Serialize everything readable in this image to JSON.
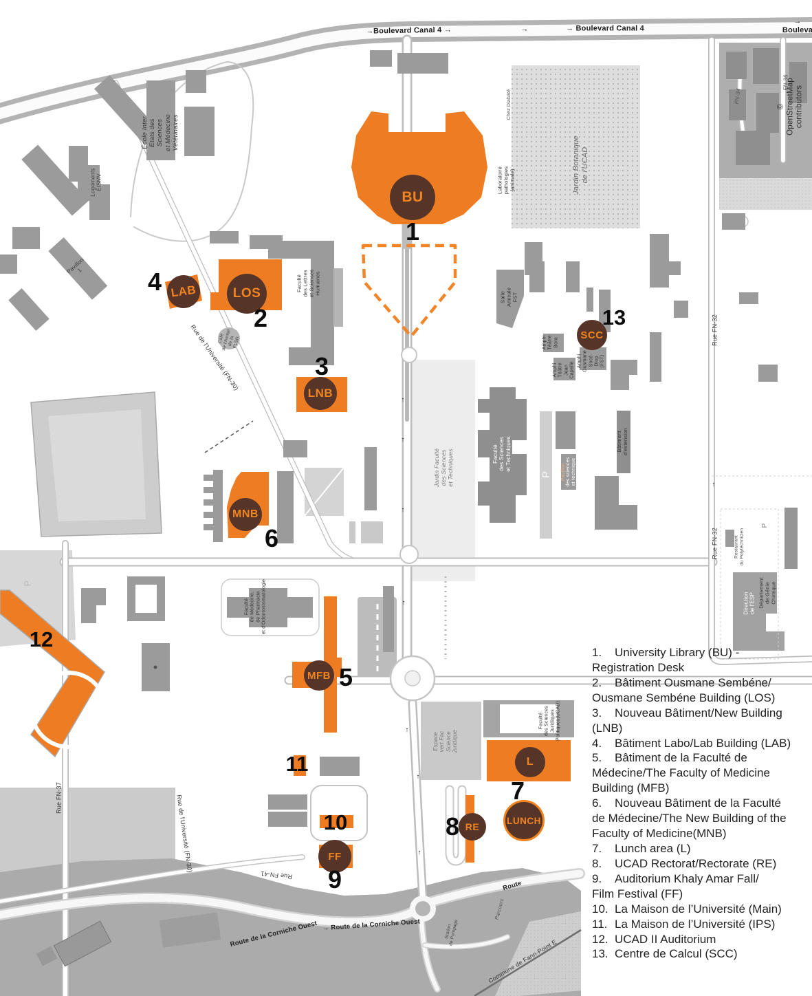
{
  "attribution": "© OpenStreetMap contributors",
  "glyphs": {
    "arrow_up": "↑",
    "arrow_right": "→"
  },
  "colors": {
    "orange": "#EE7C22",
    "badge_brown": "#573428",
    "badge_text": "#F08420"
  },
  "streets": {
    "blvd_canal_a": "Boulevard Canal 4 →",
    "blvd_canal_b": "→ Boulevard Canal 4",
    "blvd_canal_c": "→ Bouleva",
    "rue_fn32_a": "Rue FN-32",
    "rue_fn32_b": "Rue FN-32",
    "fn34": "FN-34",
    "fn36": "FN-36",
    "rue_univ_a": "Rue de l'Université (FN-30)",
    "rue_univ_b": "Rue de l'Université (FN-30)",
    "rue_fn37": "Rue FN-37",
    "rue_fn41": "Rue FN-41",
    "corniche_a": "Route de la Corniche Ouest",
    "corniche_b": "→ Route de la Corniche Ouest",
    "corniche_c": "Route",
    "commune": "Commune de Fann-Point E"
  },
  "places": {
    "ecole_veterinaire": "École Inter\nEtats des\nSciences\net Médecine\nVétérinaires",
    "logements": "Logements\nEISMV",
    "pavillon1": "Pavillon\n1",
    "jardin_botanique": "Jardin Botanique\nde l'UCAD",
    "laboratoire": "Laboratoire\npathologies\n(animale)",
    "chez_diabate": "Chez Diabaté",
    "faculte_lettres": "Faculté\ndes Lettres\net Sciences\nHumaines",
    "cafe_amitie": "Café\nde l'Amitié\nde la\nFLSH",
    "salle_amicale": "Salle\nAmicale\nFST",
    "amphi_bora": "Amphi\nTéâtre\nBora",
    "amphi_capelle": "Amphi\nTéâtre\nJean\nCapelle",
    "amphi_soce": "Amphi\nOusmane\nSocé\nDiop\n(FST)",
    "jardin_fst": "Jardin Faculté\ndes Sciences\net Techniques",
    "faculte_st": "Faculté\ndes Sciences\net Techniques",
    "batiment_extension": "Bâtiment\nd'extension",
    "parking_p1": "P",
    "parking_p2": "P",
    "parking_p3": "P",
    "pavillon_sciences_1": "Pavillon",
    "pavillon_sciences_2": "des sciences\net technique",
    "faculte_medecine": "Faculté\nde Médecine,\nde Pharmacie\net d'Odontostomatologie",
    "espace_vert": "Espace\nvert Fac\nScience\nJuridique",
    "faculte_juridique": "Faculté\ndes Sciences\nJuridiques\nPolitiques(UCAD)",
    "restaurant_poly": "Restaurant\ndu Polytechnicien",
    "direction_esp": "Direction\nde l'ESP",
    "genie_chimique": "Département\nde Génie\nChimique",
    "station_pompage": "Station\nde Pompage",
    "parcours": "Parcours"
  },
  "markers": {
    "bu": {
      "badge": "BU",
      "number": "1"
    },
    "los": {
      "badge": "LOS",
      "number": "2"
    },
    "lnb": {
      "badge": "LNB",
      "number": "3"
    },
    "lab": {
      "badge": "LAB",
      "number": "4"
    },
    "mfb": {
      "badge": "MFB",
      "number": "5"
    },
    "mnb": {
      "badge": "MNB",
      "number": "6"
    },
    "l": {
      "badge": "L",
      "number": "7"
    },
    "re": {
      "badge": "RE",
      "number": "8"
    },
    "ff": {
      "badge": "FF",
      "number": "9"
    },
    "maison_main": {
      "number": "10"
    },
    "maison_ips": {
      "number": "11"
    },
    "ucad2": {
      "number": "12"
    },
    "scc": {
      "badge": "SCC",
      "number": "13"
    },
    "lunch": {
      "badge": "LUNCH"
    }
  },
  "legend": {
    "items": [
      {
        "num": "1.",
        "text": "University Library (BU) -\nRegistration Desk"
      },
      {
        "num": "2.",
        "text": "Bâtiment Ousmane Sembéne/\nOusmane Sembéne Building (LOS)"
      },
      {
        "num": "3.",
        "text": "Nouveau Bâtiment/New Building\n(LNB)"
      },
      {
        "num": "4.",
        "text": "Bâtiment Labo/Lab Building (LAB)"
      },
      {
        "num": "5.",
        "text": "Bâtiment de la Faculté de\nMédecine/The Faculty of Medicine\nBuilding (MFB)"
      },
      {
        "num": "6.",
        "text": "Nouveau Bâtiment de la Faculté\nde Médecine/The New Building of the\nFaculty of Medicine(MNB)"
      },
      {
        "num": "7.",
        "text": "Lunch area (L)"
      },
      {
        "num": "8.",
        "text": "UCAD Rectorat/Rectorate (RE)"
      },
      {
        "num": "9.",
        "text": "Auditorium Khaly Amar Fall/\nFilm Festival (FF)"
      },
      {
        "num": "10.",
        "text": "La Maison de l’Université (Main)"
      },
      {
        "num": "11.",
        "text": "La Maison de l’Université (IPS)"
      },
      {
        "num": "12.",
        "text": "UCAD II Auditorium"
      },
      {
        "num": "13.",
        "text": "Centre de Calcul (SCC)"
      }
    ]
  }
}
